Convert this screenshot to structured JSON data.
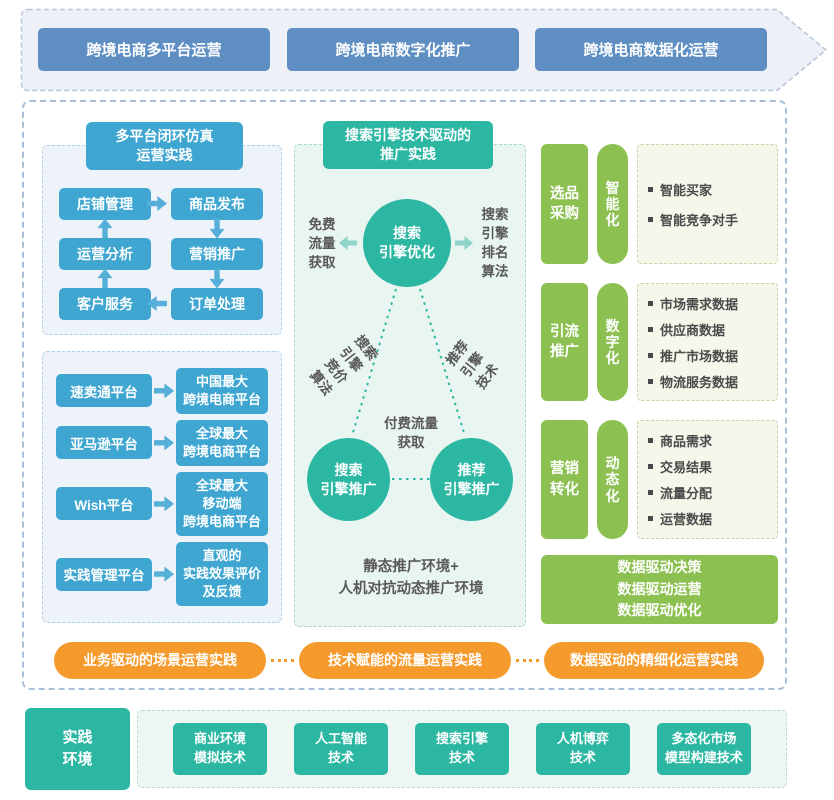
{
  "colors": {
    "banner_blue": "#5E8EC2",
    "flow_cyan": "#3FA6D1",
    "teal": "#2CB7A3",
    "green": "#8CC152",
    "orange": "#F59B2D"
  },
  "banner": {
    "stages": [
      "跨境电商多平台运营",
      "跨境电商数字化推广",
      "跨境电商数据化运营"
    ]
  },
  "left": {
    "flow": {
      "title": "多平台闭环仿真\n运营实践",
      "nodes": [
        "店铺管理",
        "商品发布",
        "运营分析",
        "营销推广",
        "客户服务",
        "订单处理"
      ]
    },
    "platforms": [
      {
        "name": "速卖通平台",
        "desc": "中国最大\n跨境电商平台"
      },
      {
        "name": "亚马逊平台",
        "desc": "全球最大\n跨境电商平台"
      },
      {
        "name": "Wish平台",
        "desc": "全球最大\n移动端\n跨境电商平台"
      },
      {
        "name": "实践管理平台",
        "desc": "直观的\n实践效果评价\n及反馈"
      }
    ]
  },
  "middle": {
    "title": "搜索引擎技术驱动的\n推广实践",
    "circle_top": "搜索\n引擎优化",
    "circle_bottom_left": "搜索\n引擎推广",
    "circle_bottom_right": "推荐\n引擎推广",
    "label_free_traffic": "免费\n流量\n获取",
    "label_ranking": "搜索\n引擎\n排名\n算法",
    "label_bidding": "搜索\n引擎\n竞价\n算法",
    "label_recommend": "推荐\n引擎\n技术",
    "label_paid_traffic": "付费流量\n获取",
    "footer": "静态推广环境+\n人机对抗动态推广环境"
  },
  "right": {
    "rows": [
      {
        "stage": "选品\n采购",
        "mode": "智\n能\n化",
        "bullets": [
          "智能买家",
          "智能竞争对手"
        ]
      },
      {
        "stage": "引流\n推广",
        "mode": "数\n字\n化",
        "bullets": [
          "市场需求数据",
          "供应商数据",
          "推广市场数据",
          "物流服务数据"
        ]
      },
      {
        "stage": "营销\n转化",
        "mode": "动\n态\n化",
        "bullets": [
          "商品需求",
          "交易结果",
          "流量分配",
          "运营数据"
        ]
      }
    ],
    "summary": "数据驱动决策\n数据驱动运营\n数据驱动优化"
  },
  "practices": [
    "业务驱动的场景运营实践",
    "技术赋能的流量运营实践",
    "数据驱动的精细化运营实践"
  ],
  "bottom": {
    "env": "实践\n环境",
    "techs": [
      "商业环境\n模拟技术",
      "人工智能\n技术",
      "搜索引擎\n技术",
      "人机博弈\n技术",
      "多态化市场\n模型构建技术"
    ]
  }
}
